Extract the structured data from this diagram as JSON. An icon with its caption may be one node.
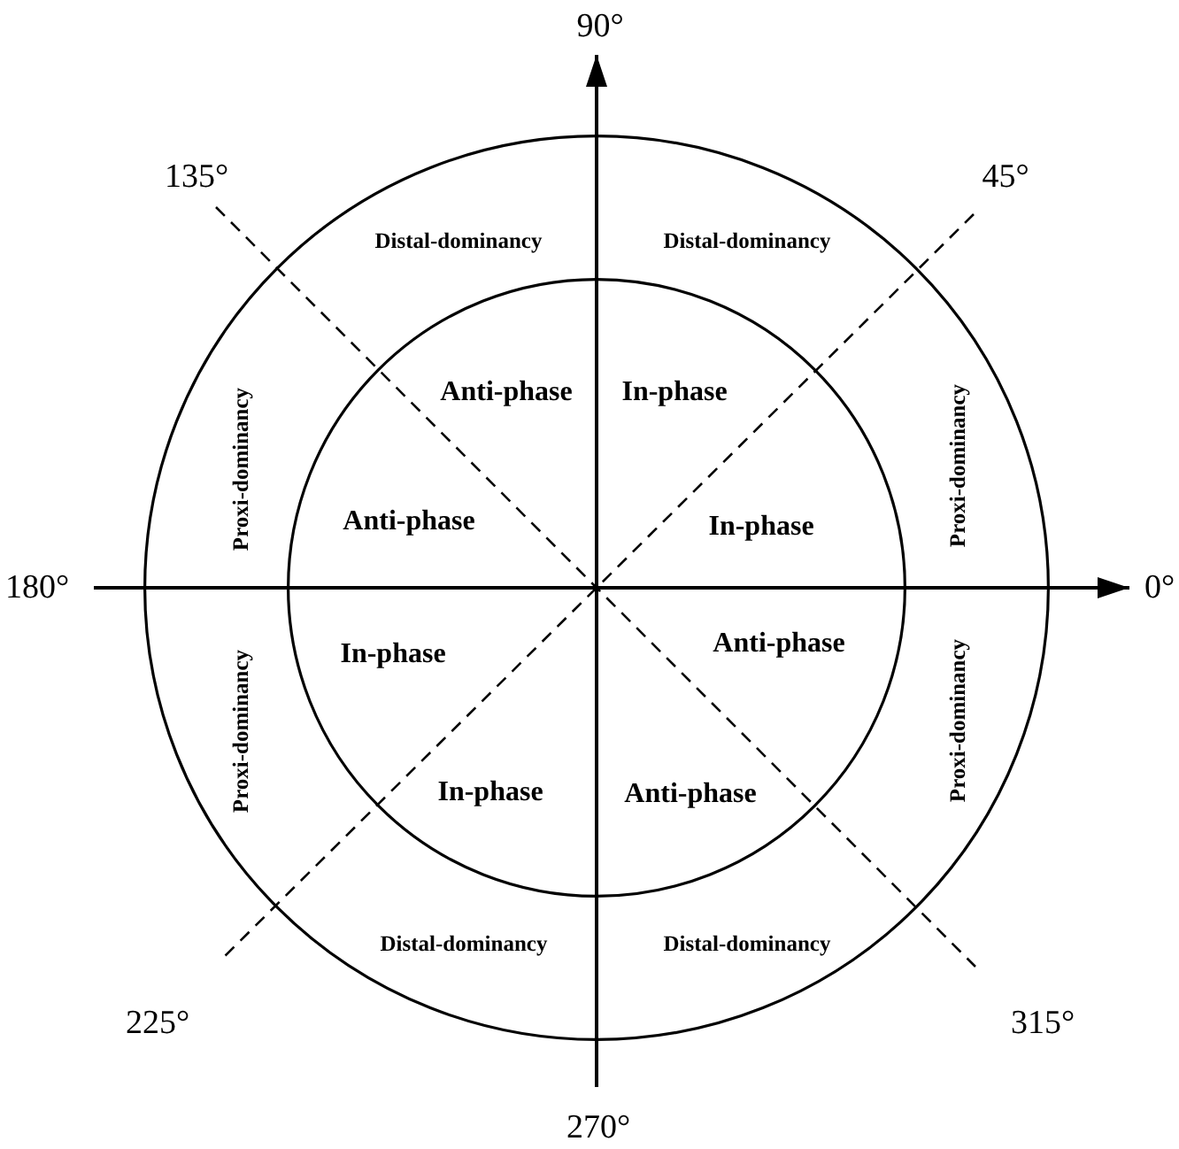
{
  "diagram": {
    "nodes": [
      {
        "text": [
          "Distal-dominancy",
          "Distal-dominancy",
          "Proxi-dominancy",
          "Proxi-dominancy",
          "Proxi-dominancy",
          "Proxi-dominancy",
          "Distal-dominancy",
          "Distal-dominancy"
        ]
      },
      {
        "text": [
          "Anti-phase",
          "In-phase",
          "Anti-phase",
          "In-phase",
          "Anti-phase",
          "In-phase",
          "In-phase",
          "Anti-phase"
        ],
        "in": 0
      }
    ],
    "labels": [
      "90°",
      "135°",
      "45°",
      "180°",
      "0°",
      "225°",
      "315°",
      "270°"
    ]
  }
}
